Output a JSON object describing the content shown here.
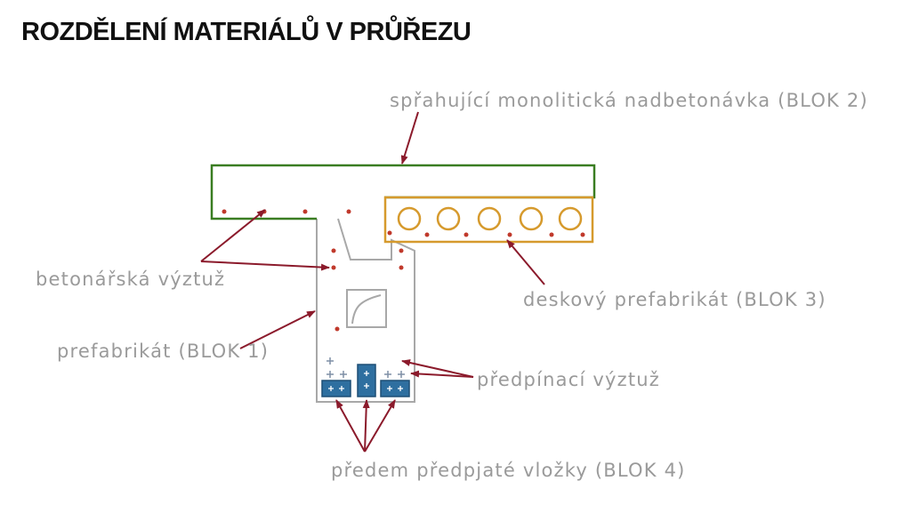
{
  "title": "ROZDĚLENÍ MATERIÁLŮ V PRŮŘEZU",
  "labels": {
    "block2": "spřahující monolitická nadbetonávka (BLOK 2)",
    "rebar": "betonářská výztuž",
    "block3": "deskový prefabrikát (BLOK 3)",
    "block1": "prefabrikát (BLOK 1)",
    "prestress": "předpínací výztuž",
    "block4": "předem předpjaté vložky (BLOK 4)"
  },
  "colors": {
    "block2_outline": "#3a7d22",
    "block3_outline": "#d69a2d",
    "block1_outline": "#a8a8a8",
    "block4_fill": "#2e6fa0",
    "arrow": "#8b1a2b",
    "rebar_dot": "#c0392b",
    "label_text": "#9a9a9a",
    "title_text": "#111111"
  }
}
